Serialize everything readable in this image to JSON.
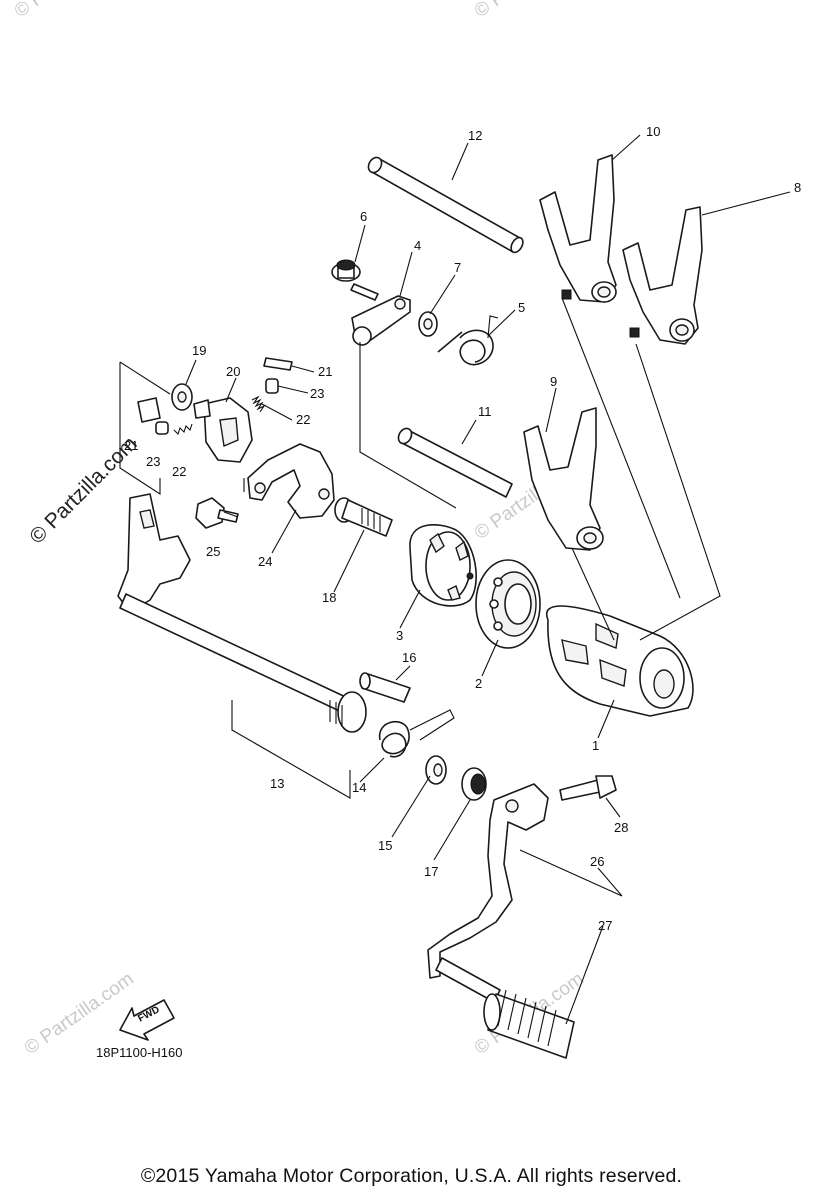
{
  "watermark": "© Partzilla.com",
  "fwd_label": "FWD",
  "diagram_code": "18P1100-H160",
  "copyright": "©2015  Yamaha Motor Corporation, U.S.A. All rights reserved.",
  "callouts": {
    "c1": "1",
    "c2": "2",
    "c3": "3",
    "c4": "4",
    "c5": "5",
    "c6": "6",
    "c7": "7",
    "c8": "8",
    "c9": "9",
    "c10": "10",
    "c11": "11",
    "c12": "12",
    "c13": "13",
    "c14": "14",
    "c15": "15",
    "c16": "16",
    "c17": "17",
    "c18": "18",
    "c19": "19",
    "c20": "20",
    "c21a": "21",
    "c21b": "21",
    "c22a": "22",
    "c22b": "22",
    "c23": "23",
    "c23b": "23",
    "c24": "24",
    "c25": "25",
    "c26": "26",
    "c27": "27",
    "c28": "28"
  }
}
